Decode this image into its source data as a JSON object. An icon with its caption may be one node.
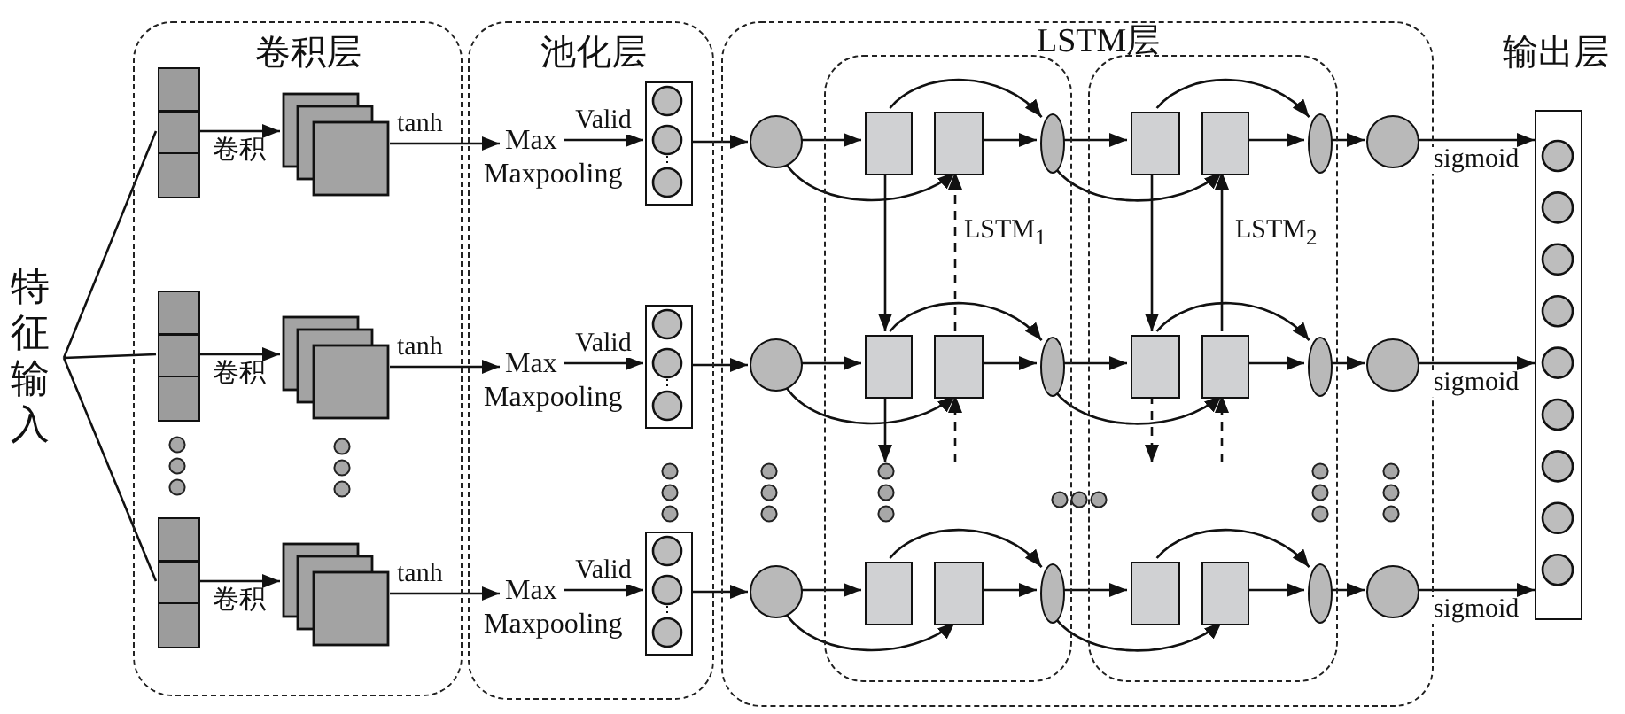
{
  "diagram": {
    "nodes": [
      {
        "text": [
          "特征输入"
        ]
      },
      {
        "text": [
          "卷积层"
        ]
      },
      {
        "text": [
          "池化层"
        ]
      },
      {
        "text": [
          "LSTM层"
        ]
      },
      {
        "text": [
          "LSTM$_{1}$"
        ],
        "in": 3
      },
      {
        "text": [
          "LSTM$_{2}$"
        ],
        "in": 3
      },
      {
        "text": [
          "输出层"
        ]
      },
      {
        "text": [],
        "shape": "box",
        "in": 1
      },
      {
        "text": [],
        "shape": "box",
        "in": 1
      },
      {
        "text": [
          "Max"
        ],
        "beside": [
          "Maxpooling"
        ],
        "in": 2
      },
      {
        "text": [],
        "shape": "box",
        "in": 2
      },
      {
        "text": [],
        "shape": "circle",
        "in": 3
      },
      {
        "text": [],
        "shape": "box",
        "in": 4
      },
      {
        "text": [],
        "shape": "box",
        "in": 4
      },
      {
        "text": [],
        "shape": "ellipse",
        "in": 4
      },
      {
        "text": [],
        "shape": "box",
        "in": 5
      },
      {
        "text": [],
        "shape": "box",
        "in": 5
      },
      {
        "text": [],
        "shape": "ellipse",
        "in": 5
      },
      {
        "text": [],
        "shape": "circle",
        "in": 3
      },
      {
        "text": [],
        "shape": "box",
        "in": 1
      },
      {
        "text": [],
        "shape": "box",
        "in": 1
      },
      {
        "text": [
          "Max"
        ],
        "beside": [
          "Maxpooling"
        ],
        "in": 2
      },
      {
        "text": [],
        "shape": "box",
        "in": 2
      },
      {
        "text": [],
        "shape": "circle",
        "in": 3
      },
      {
        "text": [],
        "shape": "box",
        "in": 4
      },
      {
        "text": [],
        "shape": "box",
        "in": 4
      },
      {
        "text": [],
        "shape": "ellipse",
        "in": 4
      },
      {
        "text": [],
        "shape": "box",
        "in": 5
      },
      {
        "text": [],
        "shape": "box",
        "in": 5
      },
      {
        "text": [],
        "shape": "ellipse",
        "in": 5
      },
      {
        "text": [],
        "shape": "circle",
        "in": 3
      },
      {
        "text": [],
        "shape": "box",
        "in": 1
      },
      {
        "text": [],
        "shape": "box",
        "in": 1
      },
      {
        "text": [
          "Max"
        ],
        "beside": [
          "Maxpooling"
        ],
        "in": 2
      },
      {
        "text": [],
        "shape": "box",
        "in": 2
      },
      {
        "text": [],
        "shape": "circle",
        "in": 3
      },
      {
        "text": [],
        "shape": "box",
        "in": 4
      },
      {
        "text": [],
        "shape": "box",
        "in": 4
      },
      {
        "text": [],
        "shape": "ellipse",
        "in": 4
      },
      {
        "text": [],
        "shape": "box",
        "in": 5
      },
      {
        "text": [],
        "shape": "box",
        "in": 5
      },
      {
        "text": [],
        "shape": "ellipse",
        "in": 5
      },
      {
        "text": [],
        "shape": "circle",
        "in": 3
      }
    ],
    "edges": [
      {
        "from": 0,
        "to": 7,
        "arrow": "none"
      },
      {
        "from": 7,
        "to": 8,
        "arrow": "to",
        "label": "卷积"
      },
      {
        "from": 8,
        "to": 9,
        "arrow": "to",
        "label": "tanh"
      },
      {
        "from": 9,
        "to": 10,
        "arrow": "to",
        "label": "Valid"
      },
      {
        "from": 10,
        "to": 11,
        "arrow": "to"
      },
      {
        "from": 11,
        "to": 12,
        "arrow": "to"
      },
      {
        "from": 11,
        "to": 13,
        "arrow": "to"
      },
      {
        "from": 12,
        "to": 14,
        "arrow": "to"
      },
      {
        "from": 13,
        "to": 14,
        "arrow": "to"
      },
      {
        "from": 14,
        "to": 15,
        "arrow": "to"
      },
      {
        "from": 14,
        "to": 16,
        "arrow": "to"
      },
      {
        "from": 15,
        "to": 17,
        "arrow": "to"
      },
      {
        "from": 16,
        "to": 17,
        "arrow": "to"
      },
      {
        "from": 17,
        "to": 18,
        "arrow": "to"
      },
      {
        "from": 18,
        "to": 6,
        "arrow": "to",
        "label": "sigmoid"
      },
      {
        "from": 0,
        "to": 19,
        "arrow": "none"
      },
      {
        "from": 19,
        "to": 20,
        "arrow": "to",
        "label": "卷积"
      },
      {
        "from": 20,
        "to": 21,
        "arrow": "to",
        "label": "tanh"
      },
      {
        "from": 21,
        "to": 22,
        "arrow": "to",
        "label": "Valid"
      },
      {
        "from": 22,
        "to": 23,
        "arrow": "to"
      },
      {
        "from": 23,
        "to": 24,
        "arrow": "to"
      },
      {
        "from": 23,
        "to": 25,
        "arrow": "to"
      },
      {
        "from": 24,
        "to": 26,
        "arrow": "to"
      },
      {
        "from": 25,
        "to": 26,
        "arrow": "to"
      },
      {
        "from": 26,
        "to": 27,
        "arrow": "to"
      },
      {
        "from": 26,
        "to": 28,
        "arrow": "to"
      },
      {
        "from": 27,
        "to": 29,
        "arrow": "to"
      },
      {
        "from": 28,
        "to": 29,
        "arrow": "to"
      },
      {
        "from": 29,
        "to": 30,
        "arrow": "to"
      },
      {
        "from": 30,
        "to": 6,
        "arrow": "to",
        "label": "sigmoid"
      },
      {
        "from": 0,
        "to": 31,
        "arrow": "none"
      },
      {
        "from": 31,
        "to": 32,
        "arrow": "to",
        "label": "卷积"
      },
      {
        "from": 32,
        "to": 33,
        "arrow": "to",
        "label": "tanh"
      },
      {
        "from": 33,
        "to": 34,
        "arrow": "to",
        "label": "Valid"
      },
      {
        "from": 34,
        "to": 35,
        "arrow": "to"
      },
      {
        "from": 35,
        "to": 36,
        "arrow": "to"
      },
      {
        "from": 35,
        "to": 37,
        "arrow": "to"
      },
      {
        "from": 36,
        "to": 38,
        "arrow": "to"
      },
      {
        "from": 37,
        "to": 38,
        "arrow": "to"
      },
      {
        "from": 38,
        "to": 39,
        "arrow": "to"
      },
      {
        "from": 38,
        "to": 40,
        "arrow": "to"
      },
      {
        "from": 39,
        "to": 41,
        "arrow": "to"
      },
      {
        "from": 40,
        "to": 41,
        "arrow": "to"
      },
      {
        "from": 41,
        "to": 42,
        "arrow": "to"
      },
      {
        "from": 42,
        "to": 6,
        "arrow": "to",
        "label": "sigmoid"
      },
      {
        "from": 12,
        "to": 24,
        "arrow": "to"
      },
      {
        "from": 24,
        "to": null,
        "arrow": "to"
      },
      {
        "from": 25,
        "to": 13,
        "arrow": "to",
        "style": "dashed"
      },
      {
        "from": null,
        "to": 25,
        "arrow": "to",
        "style": "dashed"
      },
      {
        "from": 15,
        "to": 27,
        "arrow": "to"
      },
      {
        "from": 27,
        "to": null,
        "arrow": "to",
        "style": "dashed"
      },
      {
        "from": 28,
        "to": 16,
        "arrow": "to"
      },
      {
        "from": null,
        "to": 28,
        "arrow": "to",
        "style": "dashed"
      }
    ]
  }
}
